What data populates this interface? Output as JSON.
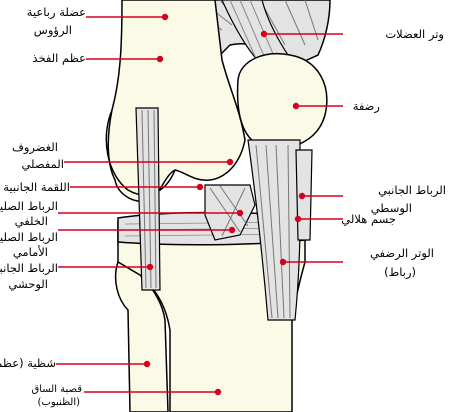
{
  "labels": {
    "quadriceps_muscle": "عضلة رباعية",
    "quadriceps_muscle_2": "الرؤوس",
    "femur": "عظم الفخذ",
    "articular_cartilage": "الغضروف",
    "articular_cartilage_2": "المفصلي",
    "lateral_condyle": "اللقمة الجانبية",
    "posterior_cruciate": "الرباط الصليبي",
    "posterior_cruciate_2": "الخلفي",
    "anterior_cruciate": "الرباط الصليبي",
    "anterior_cruciate_2": "الأمامي",
    "lateral_collateral": "الرباط الجانبي",
    "lateral_collateral_2": "الوحشي",
    "fibula": "شظية (عظم)",
    "tibia": "قصبة الساق",
    "tibia_2": "(الظنبوب)",
    "quadriceps_tendon": "وتر العضلات",
    "patella": "رضفة",
    "medial_collateral": "الرباط الجانبي",
    "medial_collateral_2": "الوسطي",
    "meniscus": "جسم هلالي",
    "patellar_ligament": "الوتر الرضفي",
    "patellar_ligament_2": "(رباط)"
  },
  "colors": {
    "bone": "#fafae6",
    "muscle": "#e4e4e4",
    "leader": "#d4001e",
    "outline": "#000000"
  }
}
